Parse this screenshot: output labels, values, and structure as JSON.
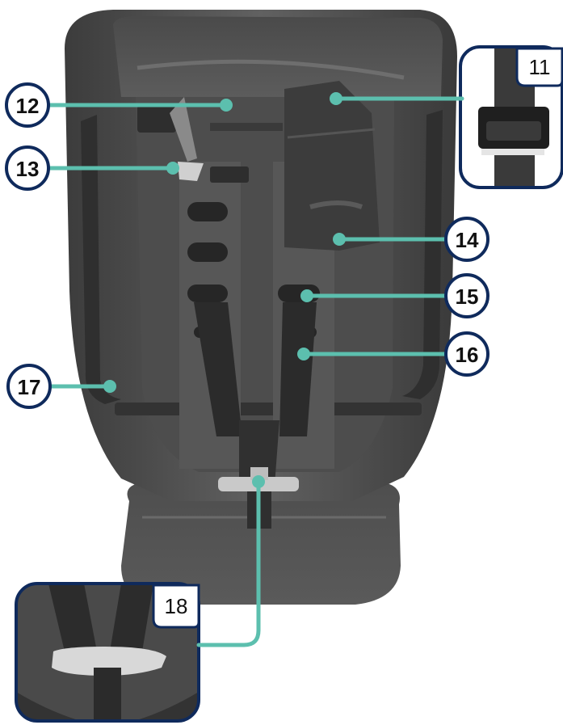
{
  "callouts": [
    {
      "id": "12",
      "label": "12"
    },
    {
      "id": "13",
      "label": "13"
    },
    {
      "id": "14",
      "label": "14"
    },
    {
      "id": "15",
      "label": "15"
    },
    {
      "id": "16",
      "label": "16"
    },
    {
      "id": "17",
      "label": "17"
    }
  ],
  "insets": [
    {
      "id": "11",
      "label": "11",
      "subject": "harness-buckle-detail"
    },
    {
      "id": "18",
      "label": "18",
      "subject": "crotch-buckle-detail"
    }
  ],
  "colors": {
    "leader_line": "#5cbfae",
    "outline": "#0f2a5c",
    "seat_shell": "#555555",
    "seat_dark": "#3a3a3a"
  }
}
